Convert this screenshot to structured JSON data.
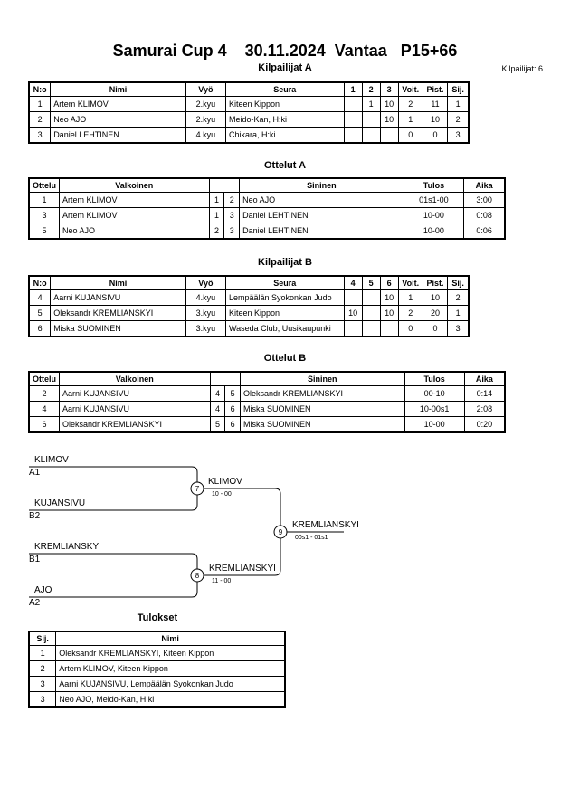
{
  "title": "Samurai Cup 4    30.11.2024  Vantaa   P15+66",
  "competitor_count": "Kilpailijat: 6",
  "pool_a": {
    "heading": "Kilpailijat A",
    "headers": [
      "N:o",
      "Nimi",
      "Vyö",
      "Seura",
      "1",
      "2",
      "3",
      "Voit.",
      "Pist.",
      "Sij."
    ],
    "rows": [
      [
        "1",
        "Artem KLIMOV",
        "2.kyu",
        "Kiteen Kippon",
        "",
        "1",
        "10",
        "2",
        "11",
        "1"
      ],
      [
        "2",
        "Neo AJO",
        "2.kyu",
        "Meido-Kan, H:ki",
        "",
        "",
        "10",
        "1",
        "10",
        "2"
      ],
      [
        "3",
        "Daniel LEHTINEN",
        "4.kyu",
        "Chikara, H:ki",
        "",
        "",
        "",
        "0",
        "0",
        "3"
      ]
    ]
  },
  "matches_a": {
    "heading": "Ottelut A",
    "headers": [
      "Ottelu",
      "Valkoinen",
      "Sininen",
      "Tulos",
      "Aika"
    ],
    "rows": [
      [
        "1",
        "Artem KLIMOV",
        "1",
        "2",
        "Neo AJO",
        "01s1-00",
        "3:00"
      ],
      [
        "3",
        "Artem KLIMOV",
        "1",
        "3",
        "Daniel LEHTINEN",
        "10-00",
        "0:08"
      ],
      [
        "5",
        "Neo AJO",
        "2",
        "3",
        "Daniel LEHTINEN",
        "10-00",
        "0:06"
      ]
    ]
  },
  "pool_b": {
    "heading": "Kilpailijat B",
    "headers": [
      "N:o",
      "Nimi",
      "Vyö",
      "Seura",
      "4",
      "5",
      "6",
      "Voit.",
      "Pist.",
      "Sij."
    ],
    "rows": [
      [
        "4",
        "Aarni KUJANSIVU",
        "4.kyu",
        "Lempäälän Syokonkan Judo",
        "",
        "",
        "10",
        "1",
        "10",
        "2"
      ],
      [
        "5",
        "Oleksandr KREMLIANSKYI",
        "3.kyu",
        "Kiteen Kippon",
        "10",
        "",
        "10",
        "2",
        "20",
        "1"
      ],
      [
        "6",
        "Miska SUOMINEN",
        "3.kyu",
        "Waseda Club, Uusikaupunki",
        "",
        "",
        "",
        "0",
        "0",
        "3"
      ]
    ]
  },
  "matches_b": {
    "heading": "Ottelut B",
    "headers": [
      "Ottelu",
      "Valkoinen",
      "Sininen",
      "Tulos",
      "Aika"
    ],
    "rows": [
      [
        "2",
        "Aarni KUJANSIVU",
        "4",
        "5",
        "Oleksandr KREMLIANSKYI",
        "00-10",
        "0:14"
      ],
      [
        "4",
        "Aarni KUJANSIVU",
        "4",
        "6",
        "Miska SUOMINEN",
        "10-00s1",
        "2:08"
      ],
      [
        "6",
        "Oleksandr KREMLIANSKYI",
        "5",
        "6",
        "Miska SUOMINEN",
        "10-00",
        "0:20"
      ]
    ]
  },
  "bracket": {
    "semi1": {
      "top_name": "KLIMOV",
      "top_seed": "A1",
      "bottom_name": "KUJANSIVU",
      "bottom_seed": "B2",
      "match": "7",
      "winner": "KLIMOV",
      "score": "10 - 00"
    },
    "semi2": {
      "top_name": "KREMLIANSKYI",
      "top_seed": "B1",
      "bottom_name": "AJO",
      "bottom_seed": "A2",
      "match": "8",
      "winner": "KREMLIANSKYI",
      "score": "11 - 00"
    },
    "final": {
      "match": "9",
      "winner": "KREMLIANSKYI",
      "score": "00s1 - 01s1"
    }
  },
  "results": {
    "heading": "Tulokset",
    "headers": [
      "Sij.",
      "Nimi"
    ],
    "rows": [
      [
        "1",
        "Oleksandr KREMLIANSKYI, Kiteen Kippon"
      ],
      [
        "2",
        "Artem KLIMOV, Kiteen Kippon"
      ],
      [
        "3",
        "Aarni KUJANSIVU, Lempäälän Syokonkan Judo"
      ],
      [
        "3",
        "Neo AJO, Meido-Kan, H:ki"
      ]
    ]
  }
}
